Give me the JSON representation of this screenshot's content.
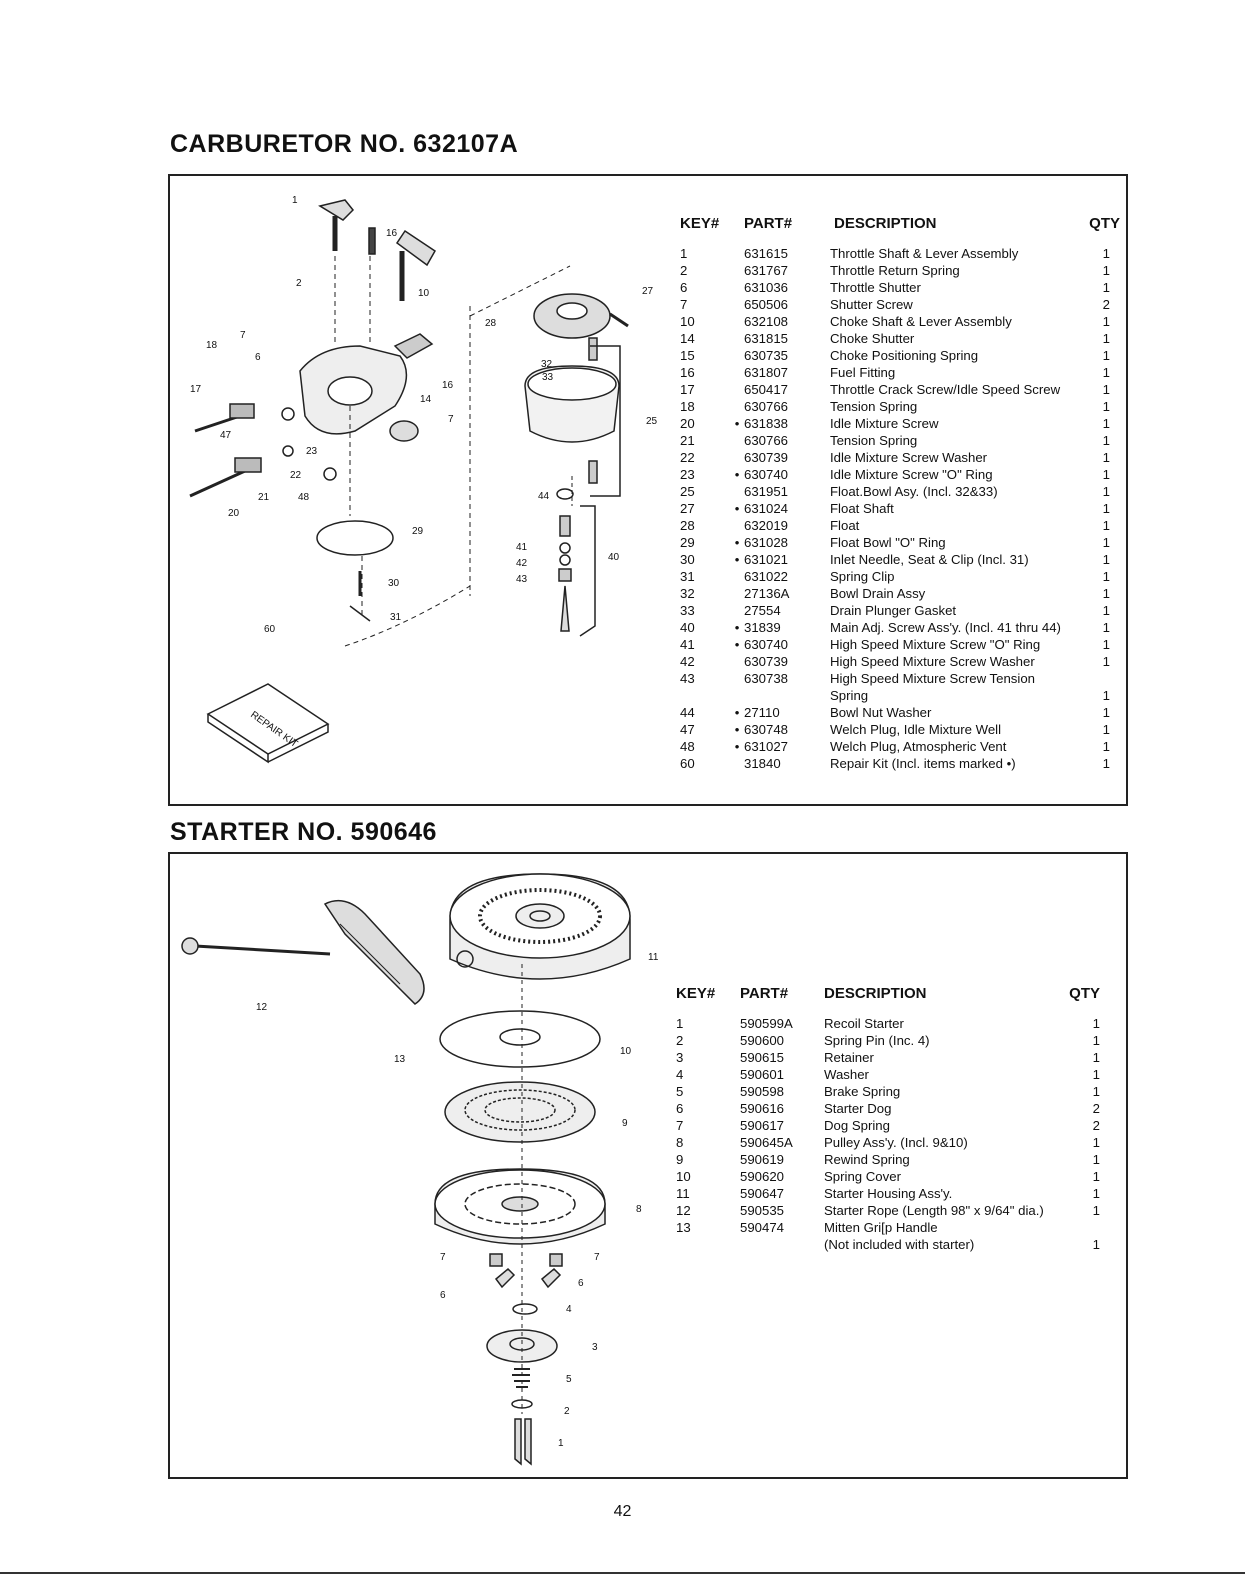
{
  "carburetor": {
    "title": "CARBURETOR NO. 632107A",
    "table_headers": {
      "key": "KEY#",
      "part": "PART#",
      "description": "DESCRIPTION",
      "qty": "QTY"
    },
    "rows": [
      {
        "key": "1",
        "dot": "",
        "part": "631615",
        "desc": "Throttle Shaft & Lever Assembly",
        "qty": "1"
      },
      {
        "key": "2",
        "dot": "",
        "part": "631767",
        "desc": "Throttle Return Spring",
        "qty": "1"
      },
      {
        "key": "6",
        "dot": "",
        "part": "631036",
        "desc": "Throttle Shutter",
        "qty": "1"
      },
      {
        "key": "7",
        "dot": "",
        "part": "650506",
        "desc": "Shutter Screw",
        "qty": "2"
      },
      {
        "key": "10",
        "dot": "",
        "part": "632108",
        "desc": "Choke Shaft & Lever Assembly",
        "qty": "1"
      },
      {
        "key": "14",
        "dot": "",
        "part": "631815",
        "desc": "Choke Shutter",
        "qty": "1"
      },
      {
        "key": "15",
        "dot": "",
        "part": "630735",
        "desc": "Choke Positioning Spring",
        "qty": "1"
      },
      {
        "key": "16",
        "dot": "",
        "part": "631807",
        "desc": "Fuel Fitting",
        "qty": "1"
      },
      {
        "key": "17",
        "dot": "",
        "part": "650417",
        "desc": "Throttle Crack Screw/Idle Speed Screw",
        "qty": "1"
      },
      {
        "key": "18",
        "dot": "",
        "part": "630766",
        "desc": "Tension Spring",
        "qty": "1"
      },
      {
        "key": "20",
        "dot": "•",
        "part": "631838",
        "desc": "Idle Mixture Screw",
        "qty": "1"
      },
      {
        "key": "21",
        "dot": "",
        "part": "630766",
        "desc": "Tension Spring",
        "qty": "1"
      },
      {
        "key": "22",
        "dot": "",
        "part": "630739",
        "desc": "Idle Mixture Screw Washer",
        "qty": "1"
      },
      {
        "key": "23",
        "dot": "•",
        "part": "630740",
        "desc": "Idle Mixture Screw \"O\" Ring",
        "qty": "1"
      },
      {
        "key": "25",
        "dot": "",
        "part": "631951",
        "desc": "Float.Bowl Asy. (Incl. 32&33)",
        "qty": "1"
      },
      {
        "key": "27",
        "dot": "•",
        "part": "631024",
        "desc": "Float Shaft",
        "qty": "1"
      },
      {
        "key": "28",
        "dot": "",
        "part": "632019",
        "desc": "Float",
        "qty": "1"
      },
      {
        "key": "29",
        "dot": "•",
        "part": "631028",
        "desc": "Float Bowl \"O\" Ring",
        "qty": "1"
      },
      {
        "key": "30",
        "dot": "•",
        "part": "631021",
        "desc": "Inlet Needle, Seat & Clip (Incl. 31)",
        "qty": "1"
      },
      {
        "key": "31",
        "dot": "",
        "part": "631022",
        "desc": "Spring Clip",
        "qty": "1"
      },
      {
        "key": "32",
        "dot": "",
        "part": "27136A",
        "desc": "Bowl Drain Assy",
        "qty": "1"
      },
      {
        "key": "33",
        "dot": "",
        "part": "27554",
        "desc": "Drain Plunger Gasket",
        "qty": "1"
      },
      {
        "key": "40",
        "dot": "•",
        "part": "31839",
        "desc": "Main Adj. Screw Ass'y. (Incl. 41 thru 44)",
        "qty": "1"
      },
      {
        "key": "41",
        "dot": "•",
        "part": "630740",
        "desc": "High Speed Mixture Screw \"O\" Ring",
        "qty": "1"
      },
      {
        "key": "42",
        "dot": "",
        "part": "630739",
        "desc": "High Speed Mixture Screw Washer",
        "qty": "1"
      },
      {
        "key": "43",
        "dot": "",
        "part": "630738",
        "desc": "High Speed Mixture Screw Tension",
        "qty": ""
      },
      {
        "key": "",
        "dot": "",
        "part": "",
        "desc": "Spring",
        "qty": "1"
      },
      {
        "key": "44",
        "dot": "•",
        "part": "27110",
        "desc": "Bowl Nut Washer",
        "qty": "1"
      },
      {
        "key": "47",
        "dot": "•",
        "part": "630748",
        "desc": "Welch Plug, Idle Mixture Well",
        "qty": "1"
      },
      {
        "key": "48",
        "dot": "•",
        "part": "631027",
        "desc": "Welch Plug, Atmospheric Vent",
        "qty": "1"
      },
      {
        "key": "60",
        "dot": "",
        "part": "31840",
        "desc": "Repair Kit (Incl. items marked •)",
        "qty": "1"
      }
    ],
    "callouts": [
      "1",
      "16",
      "2",
      "10",
      "27",
      "28",
      "7",
      "18",
      "6",
      "16",
      "14",
      "7",
      "32",
      "33",
      "25",
      "17",
      "47",
      "23",
      "22",
      "21",
      "48",
      "20",
      "44",
      "29",
      "41",
      "42",
      "43",
      "40",
      "30",
      "31",
      "60"
    ],
    "kit_label": "REPAIR KIT"
  },
  "starter": {
    "title": "STARTER NO. 590646",
    "table_headers": {
      "key": "KEY#",
      "part": "PART#",
      "description": "DESCRIPTION",
      "qty": "QTY"
    },
    "rows": [
      {
        "key": "1",
        "part": "590599A",
        "desc": "Recoil Starter",
        "qty": "1"
      },
      {
        "key": "2",
        "part": "590600",
        "desc": "Spring Pin (Inc. 4)",
        "qty": "1"
      },
      {
        "key": "3",
        "part": "590615",
        "desc": "Retainer",
        "qty": "1"
      },
      {
        "key": "4",
        "part": "590601",
        "desc": "Washer",
        "qty": "1"
      },
      {
        "key": "5",
        "part": "590598",
        "desc": "Brake Spring",
        "qty": "1"
      },
      {
        "key": "6",
        "part": "590616",
        "desc": "Starter Dog",
        "qty": "2"
      },
      {
        "key": "7",
        "part": "590617",
        "desc": "Dog Spring",
        "qty": "2"
      },
      {
        "key": "8",
        "part": "590645A",
        "desc": "Pulley Ass'y. (Incl. 9&10)",
        "qty": "1"
      },
      {
        "key": "9",
        "part": "590619",
        "desc": "Rewind Spring",
        "qty": "1"
      },
      {
        "key": "10",
        "part": "590620",
        "desc": "Spring Cover",
        "qty": "1"
      },
      {
        "key": "11",
        "part": "590647",
        "desc": "Starter Housing Ass'y.",
        "qty": "1"
      },
      {
        "key": "12",
        "part": "590535",
        "desc": "Starter Rope (Length 98\" x 9/64\" dia.)",
        "qty": "1"
      },
      {
        "key": "13",
        "part": "590474",
        "desc": "Mitten Gri[p Handle",
        "qty": ""
      },
      {
        "key": "",
        "part": "",
        "desc": "(Not included with starter)",
        "qty": "1"
      }
    ],
    "callouts": [
      "11",
      "12",
      "13",
      "10",
      "9",
      "8",
      "7",
      "7",
      "6",
      "6",
      "4",
      "3",
      "5",
      "2",
      "1"
    ]
  },
  "page_number": "42"
}
